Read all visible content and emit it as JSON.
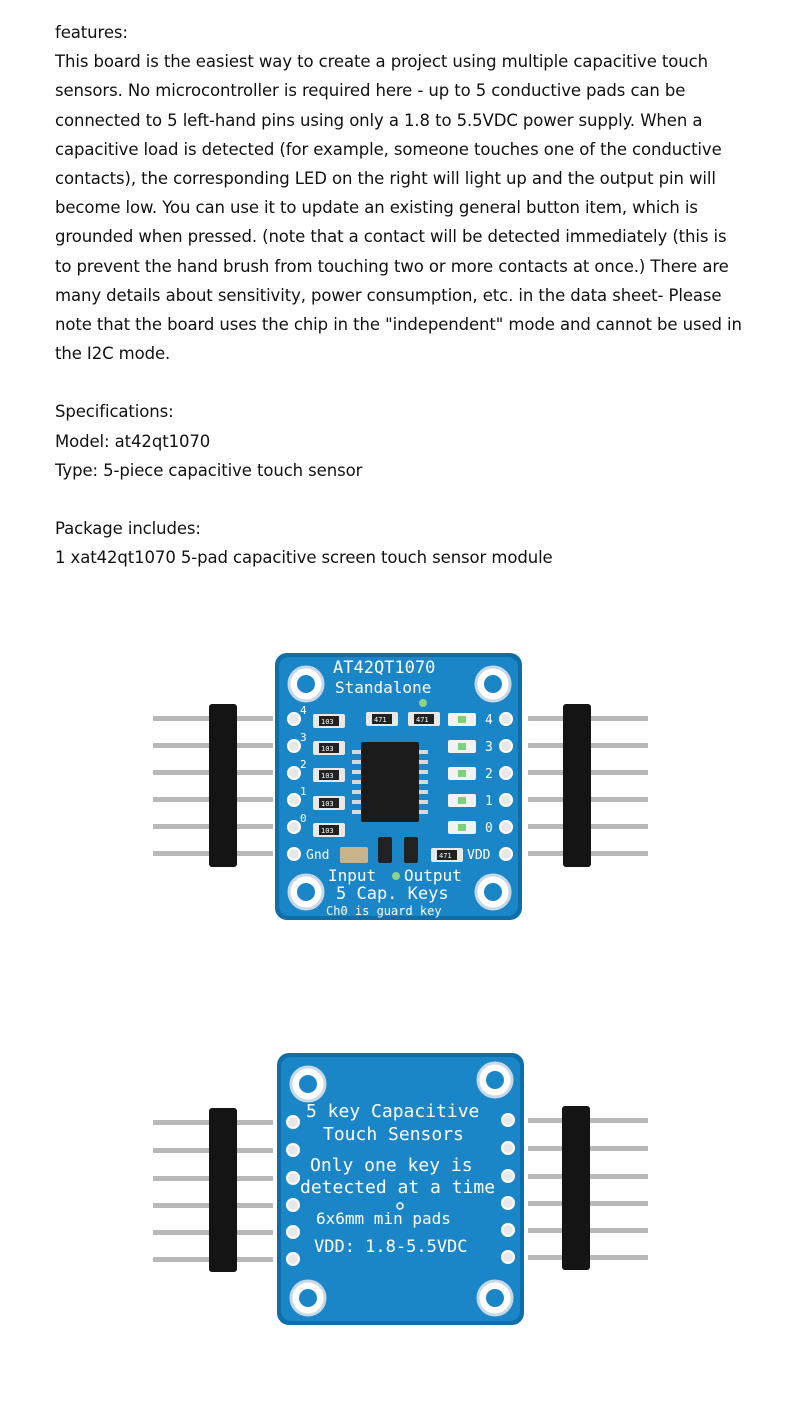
{
  "description": {
    "heading": "features:",
    "body": "This board is the easiest way to create a project using multiple capacitive touch sensors. No microcontroller is required here - up to 5 conductive pads can be connected to 5 left-hand pins using only a 1.8 to 5.5VDC power supply. When a capacitive load is detected (for example, someone touches one of the conductive contacts), the corresponding LED on the right will light up and the output pin will become low. You can use it to update an existing general button item, which is grounded when pressed. (note that a contact will be detected immediately (this is to prevent the hand brush from touching two or more contacts at once.) There are many details about sensitivity, power consumption, etc. in the data sheet- Please note that the board uses the chip in the \"independent\" mode and cannot be used in the I2C mode."
  },
  "specifications": {
    "heading": "Specifications:",
    "model": "Model: at42qt1070",
    "type": "Type: 5-piece capacitive touch sensor"
  },
  "package": {
    "heading": "Package includes:",
    "item": "1 xat42qt1070 5-pad capacitive screen touch sensor module"
  },
  "board_front": {
    "chip_name": "AT42QT1070",
    "mode": "Standalone",
    "left_numbers": [
      "4",
      "3",
      "2",
      "1",
      "0"
    ],
    "right_numbers": [
      "4",
      "3",
      "2",
      "1",
      "0"
    ],
    "gnd": "Gnd",
    "vdd": "VDD",
    "input": "Input",
    "output": "Output",
    "keys": "5 Cap. Keys",
    "guard": "Ch0 is guard key",
    "resistor_a": "103",
    "resistor_b": "471"
  },
  "board_back": {
    "line1": "5 key Capacitive",
    "line2": "Touch Sensors",
    "line3": "Only one key is",
    "line4": "detected at a time",
    "line5": "6x6mm  min pads",
    "line6": "VDD: 1.8-5.5VDC"
  },
  "colors": {
    "pcb": "#1a86c8",
    "pcb_edge": "#0f6ea8",
    "header": "#111111",
    "pin": "#b5b5b5",
    "silkscreen": "#ffffff"
  }
}
